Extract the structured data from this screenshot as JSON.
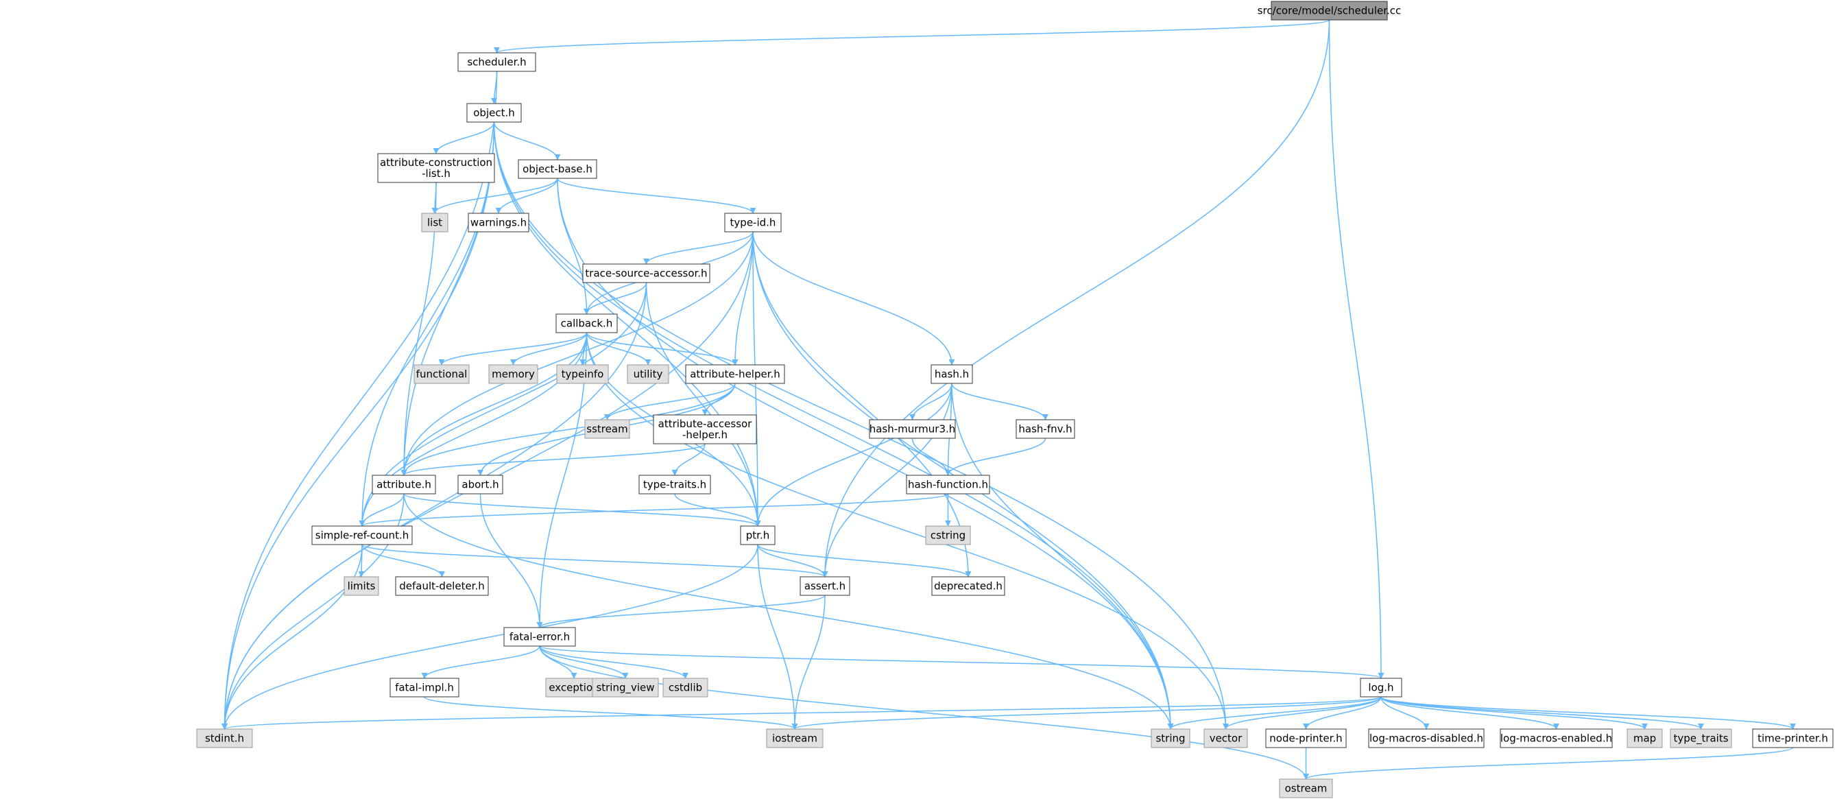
{
  "colors": {
    "edge": "#63b8ff",
    "node_fill": "#ffffff",
    "node_fill_system": "#e0e0e0",
    "node_fill_root": "#999999",
    "node_border": "#333333",
    "node_border_system": "#999999",
    "text": "#000000"
  },
  "nodes": [
    {
      "id": "scheduler_cc",
      "label": "src/core/model/scheduler.cc",
      "kind": "root"
    },
    {
      "id": "scheduler_h",
      "label": "scheduler.h",
      "kind": "local"
    },
    {
      "id": "object_h",
      "label": "object.h",
      "kind": "local"
    },
    {
      "id": "attr_construction",
      "label": "attribute-construction\n-list.h",
      "kind": "local"
    },
    {
      "id": "object_base",
      "label": "object-base.h",
      "kind": "local"
    },
    {
      "id": "list",
      "label": "list",
      "kind": "system"
    },
    {
      "id": "warnings",
      "label": "warnings.h",
      "kind": "local"
    },
    {
      "id": "type_id",
      "label": "type-id.h",
      "kind": "local"
    },
    {
      "id": "trace_source",
      "label": "trace-source-accessor.h",
      "kind": "local"
    },
    {
      "id": "callback",
      "label": "callback.h",
      "kind": "local"
    },
    {
      "id": "functional",
      "label": "functional",
      "kind": "system"
    },
    {
      "id": "memory",
      "label": "memory",
      "kind": "system"
    },
    {
      "id": "typeinfo",
      "label": "typeinfo",
      "kind": "system"
    },
    {
      "id": "utility",
      "label": "utility",
      "kind": "system"
    },
    {
      "id": "attr_helper",
      "label": "attribute-helper.h",
      "kind": "local"
    },
    {
      "id": "sstream",
      "label": "sstream",
      "kind": "system"
    },
    {
      "id": "attr_accessor",
      "label": "attribute-accessor\n-helper.h",
      "kind": "local"
    },
    {
      "id": "hash_h",
      "label": "hash.h",
      "kind": "local"
    },
    {
      "id": "hash_murmur",
      "label": "hash-murmur3.h",
      "kind": "local"
    },
    {
      "id": "hash_fnv",
      "label": "hash-fnv.h",
      "kind": "local"
    },
    {
      "id": "hash_function",
      "label": "hash-function.h",
      "kind": "local"
    },
    {
      "id": "cstring",
      "label": "cstring",
      "kind": "system"
    },
    {
      "id": "type_traits_h",
      "label": "type-traits.h",
      "kind": "local"
    },
    {
      "id": "attribute_h",
      "label": "attribute.h",
      "kind": "local"
    },
    {
      "id": "abort_h",
      "label": "abort.h",
      "kind": "local"
    },
    {
      "id": "simple_ref",
      "label": "simple-ref-count.h",
      "kind": "local"
    },
    {
      "id": "limits",
      "label": "limits",
      "kind": "system"
    },
    {
      "id": "default_deleter",
      "label": "default-deleter.h",
      "kind": "local"
    },
    {
      "id": "ptr_h",
      "label": "ptr.h",
      "kind": "local"
    },
    {
      "id": "assert_h",
      "label": "assert.h",
      "kind": "local"
    },
    {
      "id": "deprecated",
      "label": "deprecated.h",
      "kind": "local"
    },
    {
      "id": "fatal_error",
      "label": "fatal-error.h",
      "kind": "local"
    },
    {
      "id": "exception",
      "label": "exception",
      "kind": "system"
    },
    {
      "id": "string_view",
      "label": "string_view",
      "kind": "system"
    },
    {
      "id": "cstdlib",
      "label": "cstdlib",
      "kind": "system"
    },
    {
      "id": "fatal_impl",
      "label": "fatal-impl.h",
      "kind": "local"
    },
    {
      "id": "log_h",
      "label": "log.h",
      "kind": "local"
    },
    {
      "id": "stdint",
      "label": "stdint.h",
      "kind": "system"
    },
    {
      "id": "iostream",
      "label": "iostream",
      "kind": "system"
    },
    {
      "id": "string",
      "label": "string",
      "kind": "system"
    },
    {
      "id": "vector",
      "label": "vector",
      "kind": "system"
    },
    {
      "id": "node_printer",
      "label": "node-printer.h",
      "kind": "local"
    },
    {
      "id": "log_disabled",
      "label": "log-macros-disabled.h",
      "kind": "local"
    },
    {
      "id": "log_enabled",
      "label": "log-macros-enabled.h",
      "kind": "local"
    },
    {
      "id": "map",
      "label": "map",
      "kind": "system"
    },
    {
      "id": "type_traits",
      "label": "type_traits",
      "kind": "system"
    },
    {
      "id": "time_printer",
      "label": "time-printer.h",
      "kind": "local"
    },
    {
      "id": "ostream",
      "label": "ostream",
      "kind": "system"
    }
  ],
  "edges": [
    [
      "scheduler_cc",
      "scheduler_h"
    ],
    [
      "scheduler_cc",
      "assert_h"
    ],
    [
      "scheduler_cc",
      "log_h"
    ],
    [
      "scheduler_h",
      "object_h"
    ],
    [
      "scheduler_h",
      "stdint"
    ],
    [
      "object_h",
      "attr_construction"
    ],
    [
      "object_h",
      "object_base"
    ],
    [
      "object_h",
      "attribute_h"
    ],
    [
      "object_h",
      "simple_ref"
    ],
    [
      "object_h",
      "stdint"
    ],
    [
      "object_h",
      "ptr_h"
    ],
    [
      "object_h",
      "string"
    ],
    [
      "object_h",
      "vector"
    ],
    [
      "attr_construction",
      "list"
    ],
    [
      "attr_construction",
      "attribute_h"
    ],
    [
      "object_base",
      "list"
    ],
    [
      "object_base",
      "warnings"
    ],
    [
      "object_base",
      "type_id"
    ],
    [
      "object_base",
      "callback"
    ],
    [
      "object_base",
      "string"
    ],
    [
      "type_id",
      "trace_source"
    ],
    [
      "type_id",
      "callback"
    ],
    [
      "type_id",
      "attr_helper"
    ],
    [
      "type_id",
      "hash_h"
    ],
    [
      "type_id",
      "attribute_h"
    ],
    [
      "type_id",
      "ptr_h"
    ],
    [
      "type_id",
      "stdint"
    ],
    [
      "type_id",
      "string"
    ],
    [
      "type_id",
      "deprecated"
    ],
    [
      "trace_source",
      "callback"
    ],
    [
      "trace_source",
      "ptr_h"
    ],
    [
      "trace_source",
      "simple_ref"
    ],
    [
      "trace_source",
      "stdint"
    ],
    [
      "callback",
      "functional"
    ],
    [
      "callback",
      "memory"
    ],
    [
      "callback",
      "typeinfo"
    ],
    [
      "callback",
      "utility"
    ],
    [
      "callback",
      "attr_helper"
    ],
    [
      "callback",
      "attribute_h"
    ],
    [
      "callback",
      "simple_ref"
    ],
    [
      "callback",
      "ptr_h"
    ],
    [
      "callback",
      "fatal_error"
    ],
    [
      "callback",
      "vector"
    ],
    [
      "attr_helper",
      "sstream"
    ],
    [
      "attr_helper",
      "attr_accessor"
    ],
    [
      "attr_helper",
      "attribute_h"
    ],
    [
      "attr_helper",
      "abort_h"
    ],
    [
      "attr_accessor",
      "attribute_h"
    ],
    [
      "attr_accessor",
      "type_traits_h"
    ],
    [
      "type_traits_h",
      "ptr_h"
    ],
    [
      "hash_h",
      "hash_murmur"
    ],
    [
      "hash_h",
      "hash_fnv"
    ],
    [
      "hash_h",
      "hash_function"
    ],
    [
      "hash_h",
      "assert_h"
    ],
    [
      "hash_h",
      "ptr_h"
    ],
    [
      "hash_h",
      "string"
    ],
    [
      "hash_murmur",
      "hash_function"
    ],
    [
      "hash_fnv",
      "hash_function"
    ],
    [
      "hash_function",
      "cstring"
    ],
    [
      "hash_function",
      "simple_ref"
    ],
    [
      "attribute_h",
      "simple_ref"
    ],
    [
      "attribute_h",
      "ptr_h"
    ],
    [
      "attribute_h",
      "stdint"
    ],
    [
      "attribute_h",
      "string"
    ],
    [
      "abort_h",
      "fatal_error"
    ],
    [
      "simple_ref",
      "limits"
    ],
    [
      "simple_ref",
      "default_deleter"
    ],
    [
      "simple_ref",
      "assert_h"
    ],
    [
      "simple_ref",
      "stdint"
    ],
    [
      "ptr_h",
      "assert_h"
    ],
    [
      "ptr_h",
      "deprecated"
    ],
    [
      "ptr_h",
      "iostream"
    ],
    [
      "ptr_h",
      "stdint"
    ],
    [
      "assert_h",
      "fatal_error"
    ],
    [
      "assert_h",
      "iostream"
    ],
    [
      "fatal_error",
      "exception"
    ],
    [
      "fatal_error",
      "string_view"
    ],
    [
      "fatal_error",
      "cstdlib"
    ],
    [
      "fatal_error",
      "fatal_impl"
    ],
    [
      "fatal_error",
      "log_h"
    ],
    [
      "fatal_error",
      "ostream"
    ],
    [
      "fatal_impl",
      "iostream"
    ],
    [
      "log_h",
      "stdint"
    ],
    [
      "log_h",
      "iostream"
    ],
    [
      "log_h",
      "string"
    ],
    [
      "log_h",
      "vector"
    ],
    [
      "log_h",
      "node_printer"
    ],
    [
      "log_h",
      "log_disabled"
    ],
    [
      "log_h",
      "log_enabled"
    ],
    [
      "log_h",
      "map"
    ],
    [
      "log_h",
      "type_traits"
    ],
    [
      "log_h",
      "time_printer"
    ],
    [
      "node_printer",
      "ostream"
    ],
    [
      "time_printer",
      "ostream"
    ]
  ]
}
